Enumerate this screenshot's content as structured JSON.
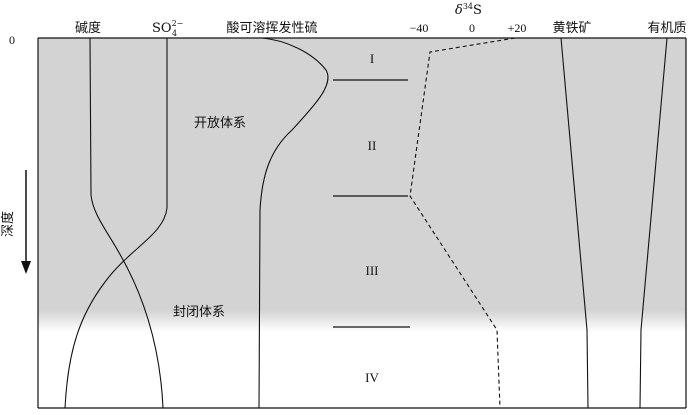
{
  "columns": {
    "alkalinity": "碱度",
    "sulfate_base": "SO",
    "sulfate_sup": "2−",
    "sulfate_sub": "4",
    "avs": "酸可溶挥发性硫",
    "delta_prefix": "δ",
    "delta_sup": "34",
    "delta_suffix": "S",
    "pyrite": "黄铁矿",
    "organic": "有机质"
  },
  "axis": {
    "origin": "0",
    "depth_label": "深度",
    "delta_ticks": [
      "−40",
      "0",
      "+20"
    ]
  },
  "zones": [
    "I",
    "II",
    "III",
    "IV"
  ],
  "systems": {
    "open": "开放体系",
    "closed": "封闭体系"
  },
  "colors": {
    "shade": "#d3d3d3",
    "line": "#111111",
    "background": "#ffffff"
  }
}
